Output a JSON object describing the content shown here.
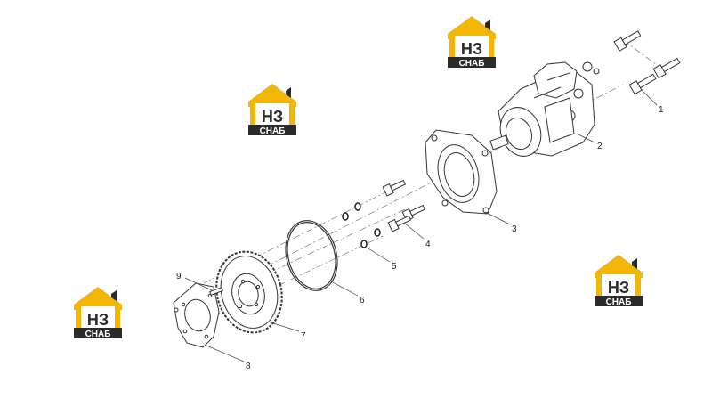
{
  "watermark": {
    "letters": "НЗ",
    "caption": "СНАБ",
    "colors": {
      "roof": "#f2b705",
      "dark": "#2b2b2b",
      "light": "#ffffff"
    }
  },
  "callouts": [
    {
      "id": "1",
      "label": "1"
    },
    {
      "id": "2",
      "label": "2"
    },
    {
      "id": "3",
      "label": "3"
    },
    {
      "id": "4",
      "label": "4"
    },
    {
      "id": "5",
      "label": "5"
    },
    {
      "id": "6",
      "label": "6"
    },
    {
      "id": "7",
      "label": "7"
    },
    {
      "id": "8",
      "label": "8"
    },
    {
      "id": "9",
      "label": "9"
    }
  ]
}
